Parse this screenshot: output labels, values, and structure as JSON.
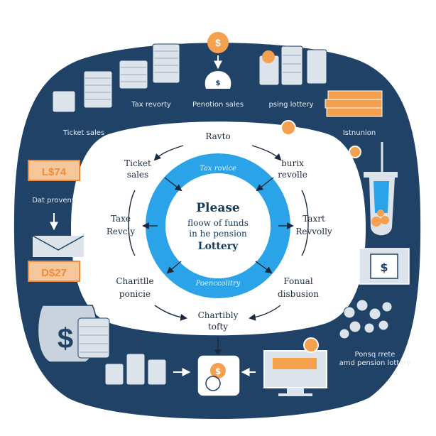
{
  "center": {
    "title": "Please",
    "line1": "floow of funds",
    "line2": "in he pension",
    "line3": "Lottery"
  },
  "ring": {
    "top": "Tax rovice",
    "bottom": "Poenccolitry"
  },
  "inner_labels": {
    "top": "Ravto",
    "top_left_1": "Ticket",
    "top_left_2": "sales",
    "top_right_1": "burix",
    "top_right_2": "revolle",
    "left_1": "Taxe",
    "left_2": "Revcly",
    "right_1": "Taxrt",
    "right_2": "Revvolly",
    "bottom_left_1": "Charitlle",
    "bottom_left_2": "ponicie",
    "bottom_right_1": "Fonual",
    "bottom_right_2": "disbusion",
    "bottom_1": "Chartibly",
    "bottom_2": "tofty"
  },
  "outer_labels": {
    "tax_revorty": "Tax revorty",
    "pension_sales": "Penotion sales",
    "paying_lottery": "psing lottery",
    "ticket_sales": "Ticket sales",
    "istnunion": "Istnunion",
    "dat_proveny": "Dat proveny",
    "pension_note_1": "Ponsq rrete",
    "pension_note_2": "amd pension lottery"
  },
  "amounts": {
    "first": "L$74",
    "second": "D$27"
  },
  "colors": {
    "navy": "#1f4266",
    "ring_blue": "#2aa3e8",
    "orange": "#f5a04f",
    "white": "#ffffff"
  }
}
